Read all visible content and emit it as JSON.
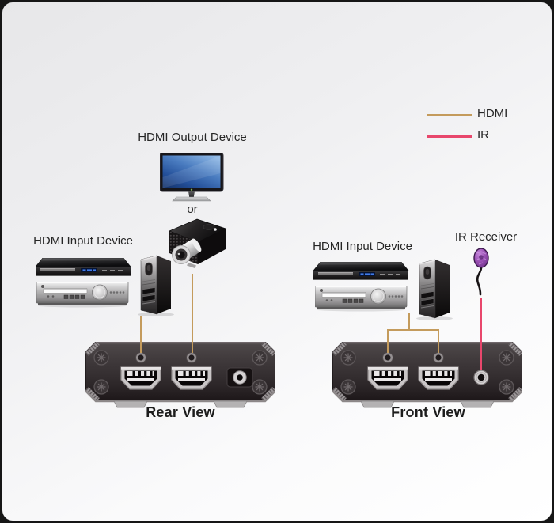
{
  "legend": {
    "items": [
      {
        "id": "hdmi",
        "label": "HDMI",
        "color": "#C49B5C"
      },
      {
        "id": "ir",
        "label": "IR",
        "color": "#E8476C"
      }
    ]
  },
  "rear_view_group": {
    "output_device_label": "HDMI Output Device",
    "or_separator": "or",
    "input_device_label": "HDMI Input Device",
    "caption": "Rear View"
  },
  "front_view_group": {
    "input_device_label": "HDMI Input Device",
    "ir_receiver_label": "IR Receiver",
    "caption": "Front View"
  },
  "connections": {
    "hdmi_line_color": "#C49B5C",
    "ir_line_color": "#E8476C"
  },
  "icons": {
    "monitor-icon": "flat-screen display with blue screen",
    "projector-icon": "black projector with silver lens",
    "dvd-player-icon": "black dvd player with blue display",
    "amplifier-icon": "silver amplifier with knob",
    "pc-tower-icon": "black pc tower case",
    "ir-receiver-icon": "purple ir receiver bulb on cable",
    "hdmi-port-icon": "hdmi receptacle",
    "dc-power-jack-icon": "dc power socket",
    "ir-jack-icon": "3.5mm mini jack",
    "screw-icon": "panel corner screw",
    "thumbscrew-icon": "small screw hole above port"
  }
}
